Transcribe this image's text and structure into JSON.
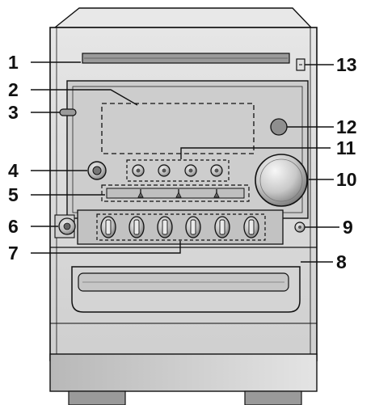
{
  "diagram": {
    "callouts": [
      {
        "number": "1",
        "part": "disc-tray-slot"
      },
      {
        "number": "2",
        "part": "display-window"
      },
      {
        "number": "3",
        "part": "standby-indicator"
      },
      {
        "number": "4",
        "part": "power-button"
      },
      {
        "number": "5",
        "part": "fader-panel"
      },
      {
        "number": "6",
        "part": "phones-jack"
      },
      {
        "number": "7",
        "part": "equalizer-knobs"
      },
      {
        "number": "8",
        "part": "cassette-deck"
      },
      {
        "number": "9",
        "part": "small-jack"
      },
      {
        "number": "10",
        "part": "volume-knob"
      },
      {
        "number": "11",
        "part": "function-buttons"
      },
      {
        "number": "12",
        "part": "remote-sensor"
      },
      {
        "number": "13",
        "part": "open-close-button"
      }
    ]
  },
  "colors": {
    "outline": "#111111",
    "body_fill": "#d9d9d9",
    "panel_fill": "#c4c4c4",
    "dark_fill": "#8a8a8a",
    "background": "#ffffff"
  }
}
